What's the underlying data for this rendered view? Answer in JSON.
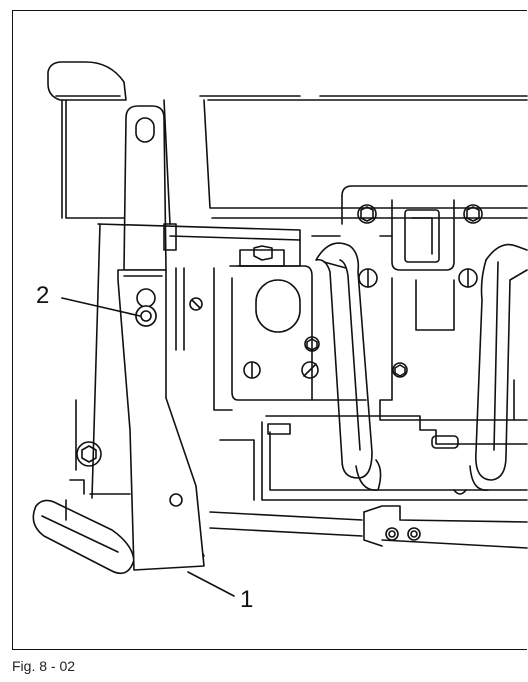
{
  "figure": {
    "caption": "Fig. 8 - 02",
    "callouts": [
      {
        "label": "1"
      },
      {
        "label": "2"
      }
    ]
  },
  "colors": {
    "line": "#111111",
    "background": "#ffffff"
  }
}
